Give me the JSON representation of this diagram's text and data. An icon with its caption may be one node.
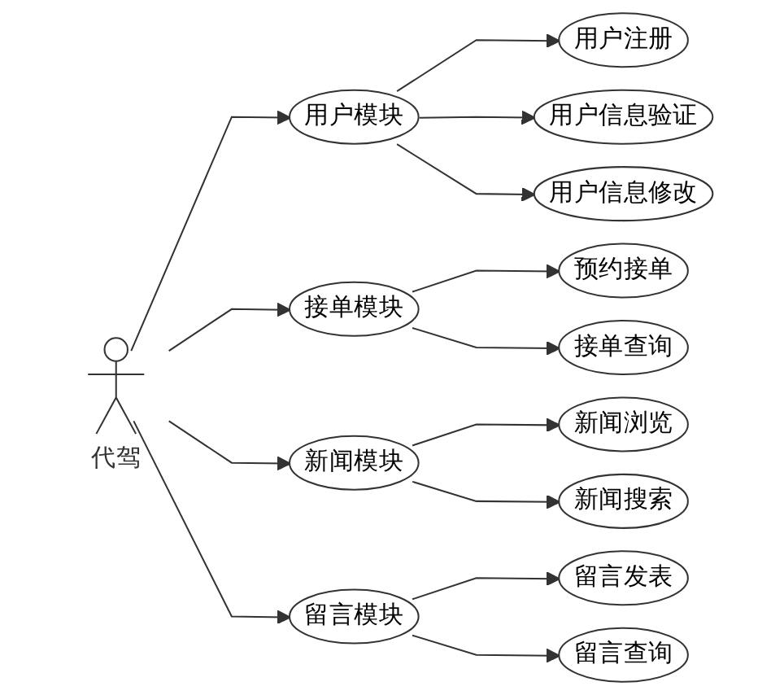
{
  "diagram": {
    "nodes": [
      {
        "text": [
          "代驾"
        ]
      },
      {
        "text": [
          "用户模块"
        ]
      },
      {
        "text": [
          "用户注册"
        ]
      },
      {
        "text": [
          "用户信息验证"
        ]
      },
      {
        "text": [
          "用户信息修改"
        ]
      },
      {
        "text": [
          "接单模块"
        ]
      },
      {
        "text": [
          "预约接单"
        ]
      },
      {
        "text": [
          "接单查询"
        ]
      },
      {
        "text": [
          "新闻模块"
        ]
      },
      {
        "text": [
          "新闻浏览"
        ]
      },
      {
        "text": [
          "新闻搜索"
        ]
      },
      {
        "text": [
          "留言模块"
        ]
      },
      {
        "text": [
          "留言发表"
        ]
      },
      {
        "text": [
          "留言查询"
        ]
      }
    ],
    "edges": [
      {
        "from": 0,
        "to": 1,
        "arrow": "to"
      },
      {
        "from": 1,
        "to": 2,
        "arrow": "to"
      },
      {
        "from": 1,
        "to": 3,
        "arrow": "to"
      },
      {
        "from": 1,
        "to": 4,
        "arrow": "to"
      },
      {
        "from": 0,
        "to": 5,
        "arrow": "to"
      },
      {
        "from": 5,
        "to": 6,
        "arrow": "to"
      },
      {
        "from": 5,
        "to": 7,
        "arrow": "to"
      },
      {
        "from": 0,
        "to": 8,
        "arrow": "to"
      },
      {
        "from": 8,
        "to": 9,
        "arrow": "to"
      },
      {
        "from": 8,
        "to": 10,
        "arrow": "to"
      },
      {
        "from": 0,
        "to": 11,
        "arrow": "to"
      },
      {
        "from": 11,
        "to": 12,
        "arrow": "to"
      },
      {
        "from": 11,
        "to": 13,
        "arrow": "to"
      }
    ]
  }
}
